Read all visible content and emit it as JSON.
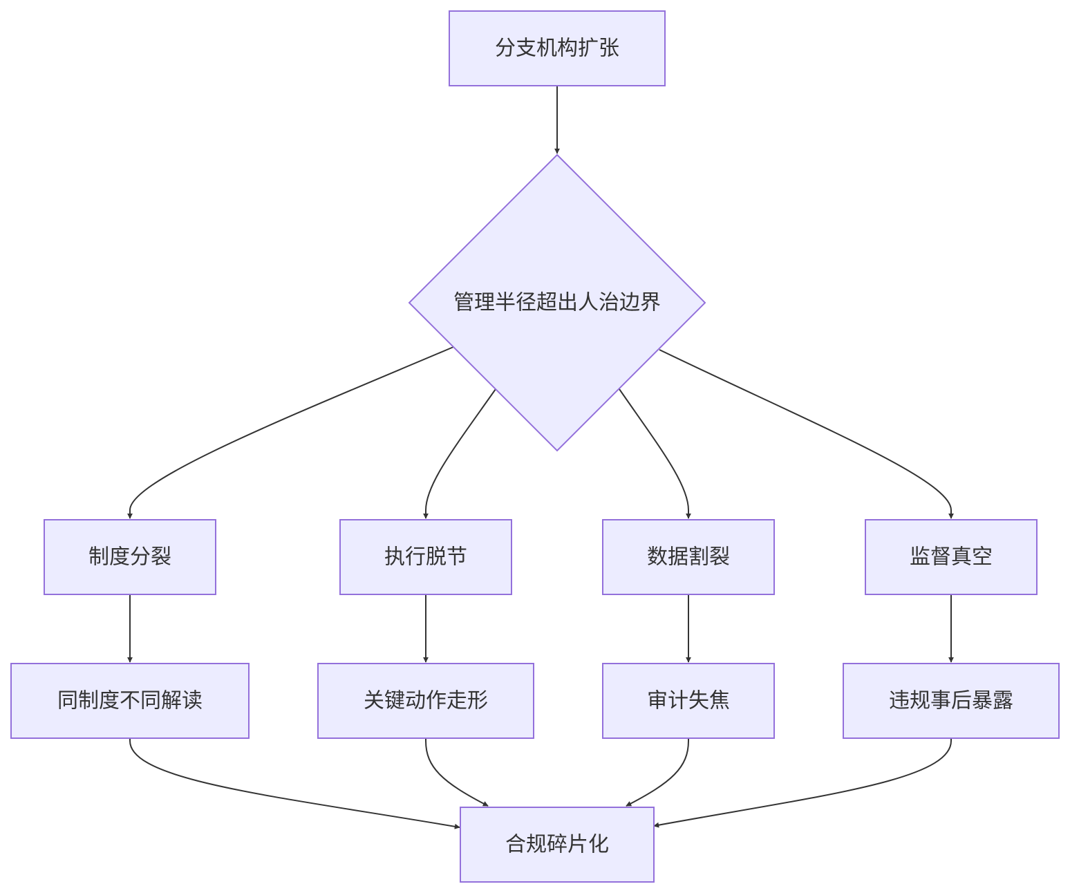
{
  "nodes": {
    "expansion": "分支机构扩张",
    "decision": "管理半径超出人治边界",
    "policy_split": "制度分裂",
    "execution_gap": "执行脱节",
    "data_split": "数据割裂",
    "oversight_vacuum": "监督真空",
    "same_policy_diff_reading": "同制度不同解读",
    "key_action_distorted": "关键动作走形",
    "audit_unfocused": "审计失焦",
    "violation_exposed_late": "违规事后暴露",
    "compliance_fragmented": "合规碎片化"
  },
  "colors": {
    "node_fill": "#ECECFF",
    "node_stroke": "#9370DB",
    "edge": "#333333",
    "text": "#333333"
  }
}
